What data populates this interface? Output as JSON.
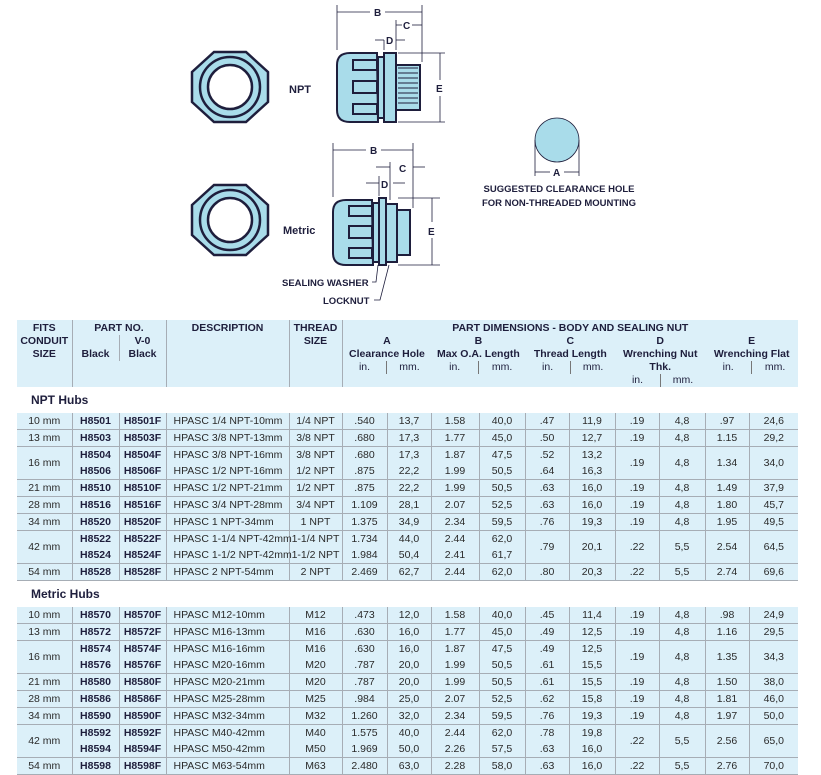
{
  "colors": {
    "part_fill": "#a9dcea",
    "table_bg": "#dcf0f9",
    "text": "#1e1e3c"
  },
  "diagram": {
    "npt_label": "NPT",
    "metric_label": "Metric",
    "dim_b": "B",
    "dim_c": "C",
    "dim_d": "D",
    "dim_e": "E",
    "dim_a": "A",
    "sealing_washer": "SEALING WASHER",
    "locknut": "LOCKNUT",
    "clearance_line1": "SUGGESTED CLEARANCE HOLE",
    "clearance_line2": "FOR NON-THREADED MOUNTING"
  },
  "table": {
    "headers": {
      "fits": [
        "FITS",
        "CONDUIT",
        "SIZE"
      ],
      "part_no": "PART NO.",
      "black": "Black",
      "v0": "V-0",
      "v0_black": "Black",
      "description": "DESCRIPTION",
      "thread": [
        "THREAD",
        "SIZE"
      ],
      "part_dims": "PART DIMENSIONS - BODY AND SEALING NUT",
      "dims": [
        {
          "letter": "A",
          "name": "Clearance Hole"
        },
        {
          "letter": "B",
          "name": "Max O.A. Length"
        },
        {
          "letter": "C",
          "name": "Thread Length"
        },
        {
          "letter": "D",
          "name": "Wrenching Nut Thk."
        },
        {
          "letter": "E",
          "name": "Wrenching Flat"
        }
      ],
      "unit_in": "in.",
      "unit_mm": "mm."
    },
    "sections": [
      {
        "title": "NPT Hubs",
        "rows": [
          {
            "size": "10 mm",
            "black": "H8501",
            "v0": "H8501F",
            "desc": "HPASC 1/4 NPT-10mm",
            "thread": "1/4 NPT",
            "a_in": ".540",
            "a_mm": "13,7",
            "b_in": "1.58",
            "b_mm": "40,0",
            "c_in": ".47",
            "c_mm": "11,9",
            "d_in": ".19",
            "d_mm": "4,8",
            "e_in": ".97",
            "e_mm": "24,6"
          },
          {
            "size": "13 mm",
            "black": "H8503",
            "v0": "H8503F",
            "desc": "HPASC 3/8 NPT-13mm",
            "thread": "3/8 NPT",
            "a_in": ".680",
            "a_mm": "17,3",
            "b_in": "1.77",
            "b_mm": "45,0",
            "c_in": ".50",
            "c_mm": "12,7",
            "d_in": ".19",
            "d_mm": "4,8",
            "e_in": "1.15",
            "e_mm": "29,2"
          },
          {
            "size": "16 mm",
            "black": "H8504",
            "v0": "H8504F",
            "desc": "HPASC 3/8 NPT-16mm",
            "thread": "3/8 NPT",
            "a_in": ".680",
            "a_mm": "17,3",
            "b_in": "1.87",
            "b_mm": "47,5",
            "c_in": ".52",
            "c_mm": "13,2",
            "d_in": ".19",
            "d_mm": "4,8",
            "e_in": "1.34",
            "e_mm": "34,0"
          },
          {
            "cont": true,
            "black": "H8506",
            "v0": "H8506F",
            "desc": "HPASC 1/2 NPT-16mm",
            "thread": "1/2 NPT",
            "a_in": ".875",
            "a_mm": "22,2",
            "b_in": "1.99",
            "b_mm": "50,5",
            "c_in": ".64",
            "c_mm": "16,3"
          },
          {
            "size": "21 mm",
            "black": "H8510",
            "v0": "H8510F",
            "desc": "HPASC 1/2 NPT-21mm",
            "thread": "1/2 NPT",
            "a_in": ".875",
            "a_mm": "22,2",
            "b_in": "1.99",
            "b_mm": "50,5",
            "c_in": ".63",
            "c_mm": "16,0",
            "d_in": ".19",
            "d_mm": "4,8",
            "e_in": "1.49",
            "e_mm": "37,9"
          },
          {
            "size": "28 mm",
            "black": "H8516",
            "v0": "H8516F",
            "desc": "HPASC 3/4 NPT-28mm",
            "thread": "3/4 NPT",
            "a_in": "1.109",
            "a_mm": "28,1",
            "b_in": "2.07",
            "b_mm": "52,5",
            "c_in": ".63",
            "c_mm": "16,0",
            "d_in": ".19",
            "d_mm": "4,8",
            "e_in": "1.80",
            "e_mm": "45,7"
          },
          {
            "size": "34 mm",
            "black": "H8520",
            "v0": "H8520F",
            "desc": "HPASC 1 NPT-34mm",
            "thread": "1 NPT",
            "a_in": "1.375",
            "a_mm": "34,9",
            "b_in": "2.34",
            "b_mm": "59,5",
            "c_in": ".76",
            "c_mm": "19,3",
            "d_in": ".19",
            "d_mm": "4,8",
            "e_in": "1.95",
            "e_mm": "49,5"
          },
          {
            "size": "42 mm",
            "black": "H8522",
            "v0": "H8522F",
            "desc": "HPASC 1-1/4 NPT-42mm",
            "thread": "1-1/4 NPT",
            "a_in": "1.734",
            "a_mm": "44,0",
            "b_in": "2.44",
            "b_mm": "62,0",
            "c_in": ".79",
            "c_mm": "20,1",
            "d_in": ".22",
            "d_mm": "5,5",
            "e_in": "2.54",
            "e_mm": "64,5"
          },
          {
            "cont": true,
            "black": "H8524",
            "v0": "H8524F",
            "desc": "HPASC 1-1/2 NPT-42mm",
            "thread": "1-1/2 NPT",
            "a_in": "1.984",
            "a_mm": "50,4",
            "b_in": "2.41",
            "b_mm": "61,7"
          },
          {
            "size": "54 mm",
            "black": "H8528",
            "v0": "H8528F",
            "desc": "HPASC 2 NPT-54mm",
            "thread": "2 NPT",
            "a_in": "2.469",
            "a_mm": "62,7",
            "b_in": "2.44",
            "b_mm": "62,0",
            "c_in": ".80",
            "c_mm": "20,3",
            "d_in": ".22",
            "d_mm": "5,5",
            "e_in": "2.74",
            "e_mm": "69,6"
          }
        ]
      },
      {
        "title": "Metric Hubs",
        "rows": [
          {
            "size": "10 mm",
            "black": "H8570",
            "v0": "H8570F",
            "desc": "HPASC M12-10mm",
            "thread": "M12",
            "a_in": ".473",
            "a_mm": "12,0",
            "b_in": "1.58",
            "b_mm": "40,0",
            "c_in": ".45",
            "c_mm": "11,4",
            "d_in": ".19",
            "d_mm": "4,8",
            "e_in": ".98",
            "e_mm": "24,9"
          },
          {
            "size": "13 mm",
            "black": "H8572",
            "v0": "H8572F",
            "desc": "HPASC M16-13mm",
            "thread": "M16",
            "a_in": ".630",
            "a_mm": "16,0",
            "b_in": "1.77",
            "b_mm": "45,0",
            "c_in": ".49",
            "c_mm": "12,5",
            "d_in": ".19",
            "d_mm": "4,8",
            "e_in": "1.16",
            "e_mm": "29,5"
          },
          {
            "size": "16 mm",
            "black": "H8574",
            "v0": "H8574F",
            "desc": "HPASC M16-16mm",
            "thread": "M16",
            "a_in": ".630",
            "a_mm": "16,0",
            "b_in": "1.87",
            "b_mm": "47,5",
            "c_in": ".49",
            "c_mm": "12,5",
            "d_in": ".19",
            "d_mm": "4,8",
            "e_in": "1.35",
            "e_mm": "34,3"
          },
          {
            "cont": true,
            "black": "H8576",
            "v0": "H8576F",
            "desc": "HPASC M20-16mm",
            "thread": "M20",
            "a_in": ".787",
            "a_mm": "20,0",
            "b_in": "1.99",
            "b_mm": "50,5",
            "c_in": ".61",
            "c_mm": "15,5"
          },
          {
            "size": "21 mm",
            "black": "H8580",
            "v0": "H8580F",
            "desc": "HPASC M20-21mm",
            "thread": "M20",
            "a_in": ".787",
            "a_mm": "20,0",
            "b_in": "1.99",
            "b_mm": "50,5",
            "c_in": ".61",
            "c_mm": "15,5",
            "d_in": ".19",
            "d_mm": "4,8",
            "e_in": "1.50",
            "e_mm": "38,0"
          },
          {
            "size": "28 mm",
            "black": "H8586",
            "v0": "H8586F",
            "desc": "HPASC M25-28mm",
            "thread": "M25",
            "a_in": ".984",
            "a_mm": "25,0",
            "b_in": "2.07",
            "b_mm": "52,5",
            "c_in": ".62",
            "c_mm": "15,8",
            "d_in": ".19",
            "d_mm": "4,8",
            "e_in": "1.81",
            "e_mm": "46,0"
          },
          {
            "size": "34 mm",
            "black": "H8590",
            "v0": "H8590F",
            "desc": "HPASC M32-34mm",
            "thread": "M32",
            "a_in": "1.260",
            "a_mm": "32,0",
            "b_in": "2.34",
            "b_mm": "59,5",
            "c_in": ".76",
            "c_mm": "19,3",
            "d_in": ".19",
            "d_mm": "4,8",
            "e_in": "1.97",
            "e_mm": "50,0"
          },
          {
            "size": "42 mm",
            "black": "H8592",
            "v0": "H8592F",
            "desc": "HPASC M40-42mm",
            "thread": "M40",
            "a_in": "1.575",
            "a_mm": "40,0",
            "b_in": "2.44",
            "b_mm": "62,0",
            "c_in": ".78",
            "c_mm": "19,8",
            "d_in": ".22",
            "d_mm": "5,5",
            "e_in": "2.56",
            "e_mm": "65,0"
          },
          {
            "cont": true,
            "black": "H8594",
            "v0": "H8594F",
            "desc": "HPASC M50-42mm",
            "thread": "M50",
            "a_in": "1.969",
            "a_mm": "50,0",
            "b_in": "2.26",
            "b_mm": "57,5",
            "c_in": ".63",
            "c_mm": "16,0"
          },
          {
            "size": "54 mm",
            "black": "H8598",
            "v0": "H8598F",
            "desc": "HPASC M63-54mm",
            "thread": "M63",
            "a_in": "2.480",
            "a_mm": "63,0",
            "b_in": "2.28",
            "b_mm": "58,0",
            "c_in": ".63",
            "c_mm": "16,0",
            "d_in": ".22",
            "d_mm": "5,5",
            "e_in": "2.76",
            "e_mm": "70,0"
          }
        ]
      }
    ]
  }
}
